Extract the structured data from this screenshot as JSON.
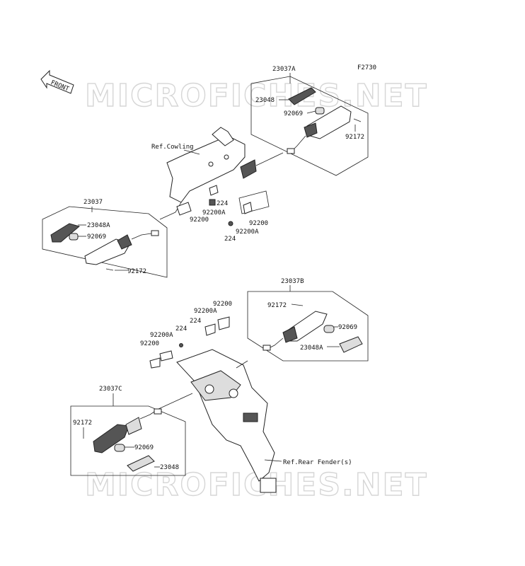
{
  "figure_code": "F2730",
  "watermark": "MICROFICHES.NET",
  "front_label": "FRONT",
  "references": {
    "cowling": "Ref.Cowling",
    "rear_fender": "Ref.Rear Fender(s)"
  },
  "groups": {
    "a": "23037A",
    "b": "23037B",
    "c": "23037C",
    "d": "23037"
  },
  "parts": {
    "a_lens": "23048",
    "a_bulb": "92069",
    "a_screw": "92172",
    "d_lens": "23048A",
    "d_bulb": "92069",
    "d_screw": "92172",
    "front_nut1": "224",
    "front_rubber1": "92200A",
    "front_plate1": "92200",
    "front_plate2": "92200",
    "front_nut2": "224",
    "front_rubber2": "92200A",
    "b_screw": "92172",
    "b_bulb": "92069",
    "b_lens": "23048A",
    "rear_plate1": "92200",
    "rear_rubber1": "92200A",
    "rear_nut1": "224",
    "rear_nut2": "224",
    "rear_rubber2": "92200A",
    "rear_plate2": "92200",
    "c_screw": "92172",
    "c_bulb": "92069",
    "c_lens": "23048"
  }
}
